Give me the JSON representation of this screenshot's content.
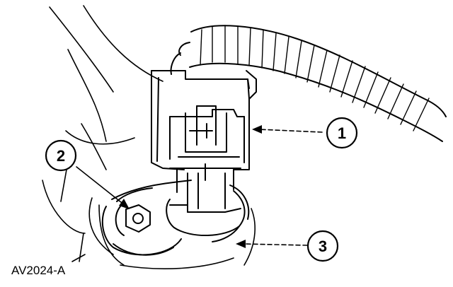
{
  "callouts": [
    {
      "number": "1"
    },
    {
      "number": "2"
    },
    {
      "number": "3"
    }
  ],
  "figure_code": "AV2024-A"
}
